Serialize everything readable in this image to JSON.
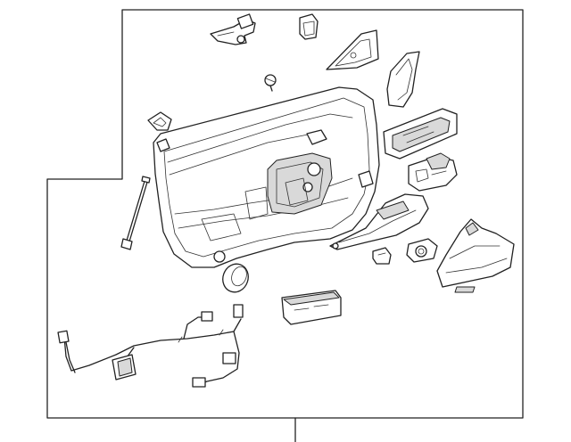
{
  "diagram": {
    "kind": "exploded parts diagram",
    "colors": {
      "line": "#222222",
      "shade": "#d9d9d9",
      "dark": "#8a8a8a",
      "background": "#ffffff"
    },
    "parts": [
      "door-trim-panel",
      "sensor-bracket",
      "clip-small",
      "mirror-cover",
      "a-pillar-trim",
      "screw",
      "bezel-upper",
      "window-switch",
      "switch-assembly",
      "door-rod",
      "armrest",
      "clip-block",
      "speaker-grille",
      "lock-bezel",
      "door-pocket",
      "storage-bin",
      "label-tag",
      "wiring-harness"
    ]
  }
}
